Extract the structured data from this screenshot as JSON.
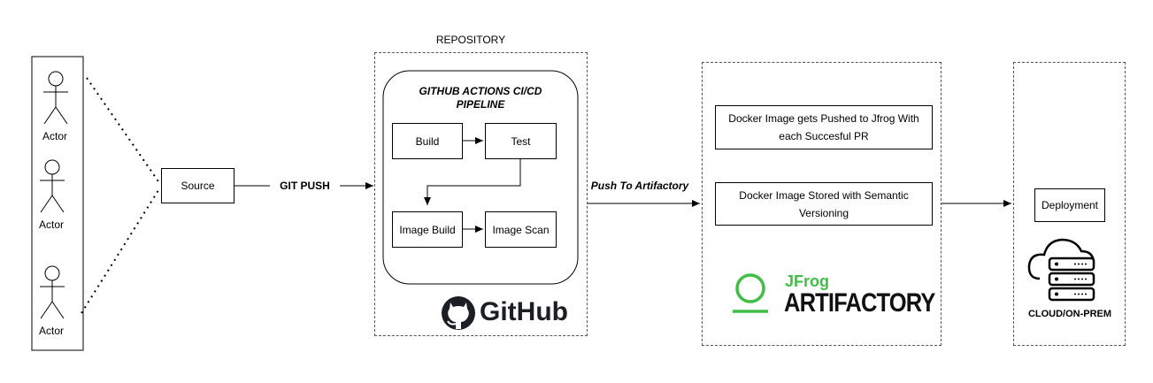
{
  "actors": [
    {
      "label": "Actor"
    },
    {
      "label": "Actor"
    },
    {
      "label": "Actor"
    }
  ],
  "source": {
    "label": "Source"
  },
  "git_push": {
    "label": "GIT PUSH"
  },
  "repository": {
    "title": "REPOSITORY",
    "pipeline_title_1": "GITHUB ACTIONS CI/CD",
    "pipeline_title_2": "PIPELINE",
    "steps": [
      "Build",
      "Test",
      "Image Build",
      "Image Scan"
    ],
    "logo_text": "GitHub"
  },
  "push_to_artifactory": {
    "label": "Push To Artifactory"
  },
  "artifactory": {
    "note_1_line1": "Docker Image gets Pushed to Jfrog With",
    "note_1_line2": "each Succesful PR",
    "note_2_line1": "Docker Image Stored with Semantic",
    "note_2_line2": "Versioning",
    "logo_small": "JFrog",
    "logo_large": "ARTIFACTORY",
    "logo_color": "#40be46"
  },
  "deployment": {
    "label": "Deployment",
    "cloud_label": "CLOUD/ON-PREM"
  }
}
